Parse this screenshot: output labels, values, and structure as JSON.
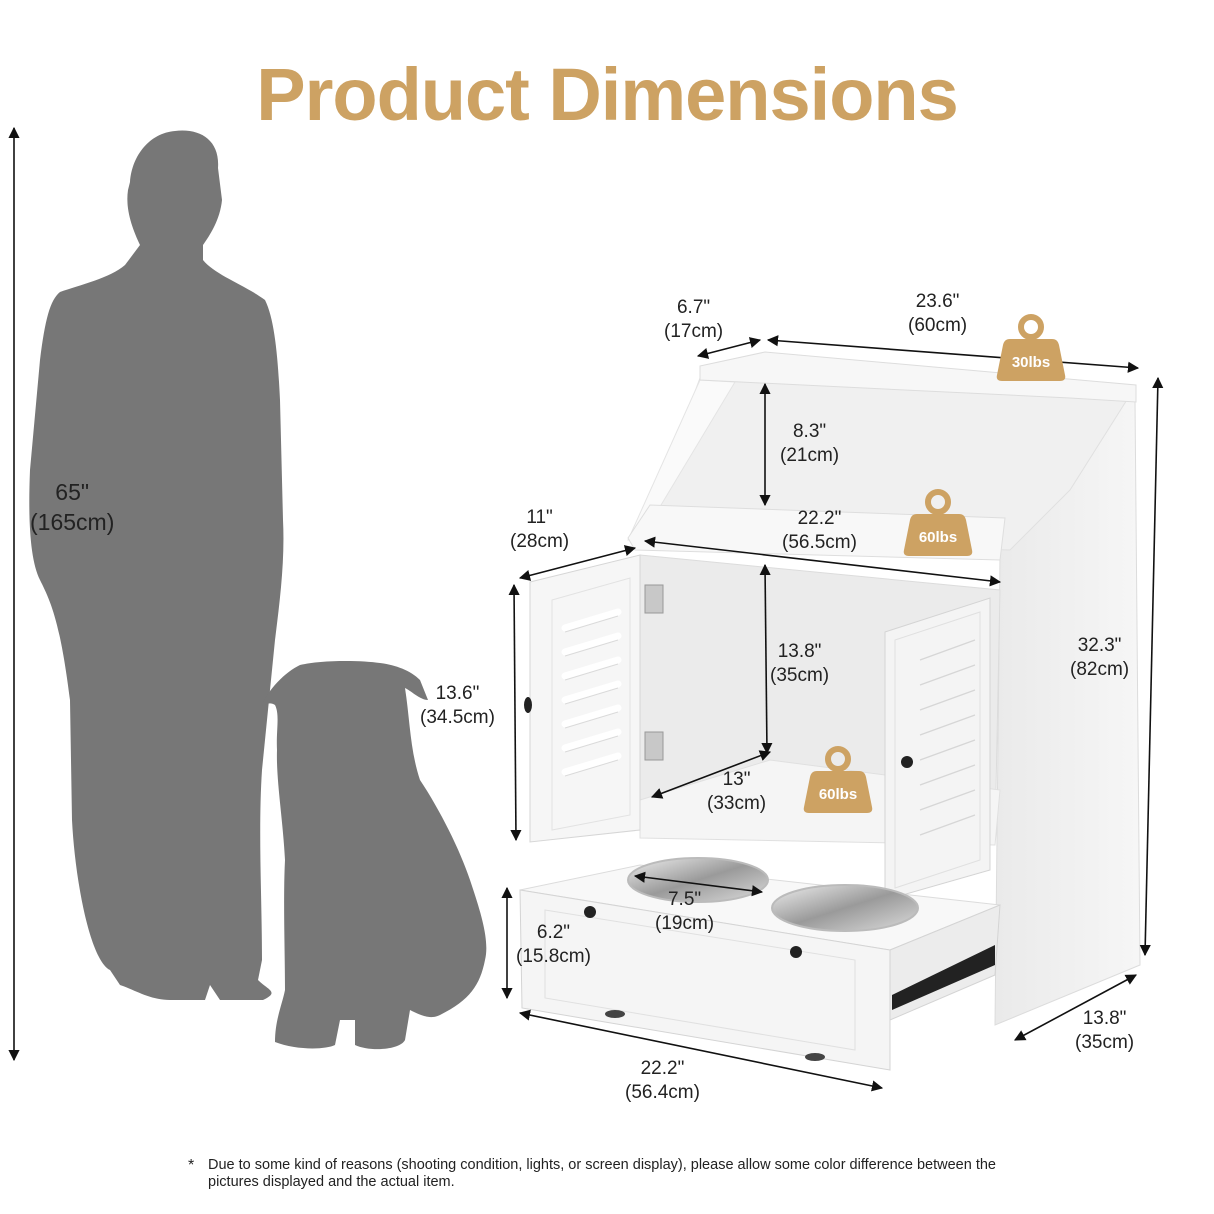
{
  "title": "Product Dimensions",
  "colors": {
    "accent": "#cda263",
    "silhouette": "#777777",
    "cabinet": "#f3f3f3",
    "text": "#222222"
  },
  "person": {
    "height_in": "65\"",
    "height_cm": "(165cm)"
  },
  "dimensions": {
    "top_depth": {
      "in": "6.7\"",
      "cm": "(17cm)"
    },
    "top_width": {
      "in": "23.6\"",
      "cm": "(60cm)"
    },
    "upper_shelf_height": {
      "in": "8.3\"",
      "cm": "(21cm)"
    },
    "middle_shelf_width": {
      "in": "22.2\"",
      "cm": "(56.5cm)"
    },
    "cabinet_depth": {
      "in": "11\"",
      "cm": "(28cm)"
    },
    "door_height": {
      "in": "13.6\"",
      "cm": "(34.5cm)"
    },
    "interior_height": {
      "in": "13.8\"",
      "cm": "(35cm)"
    },
    "interior_depth": {
      "in": "13\"",
      "cm": "(33cm)"
    },
    "total_height": {
      "in": "32.3\"",
      "cm": "(82cm)"
    },
    "bowl_diameter": {
      "in": "7.5\"",
      "cm": "(19cm)"
    },
    "drawer_height": {
      "in": "6.2\"",
      "cm": "(15.8cm)"
    },
    "base_depth": {
      "in": "13.8\"",
      "cm": "(35cm)"
    },
    "drawer_width": {
      "in": "22.2\"",
      "cm": "(56.4cm)"
    }
  },
  "weights": {
    "top": "30lbs",
    "middle_shelf": "60lbs",
    "cabinet_floor": "60lbs"
  },
  "note": {
    "symbol": "*",
    "text": "Due to some kind of reasons (shooting condition, lights, or screen display), please allow some color difference between the pictures displayed and the actual item."
  }
}
